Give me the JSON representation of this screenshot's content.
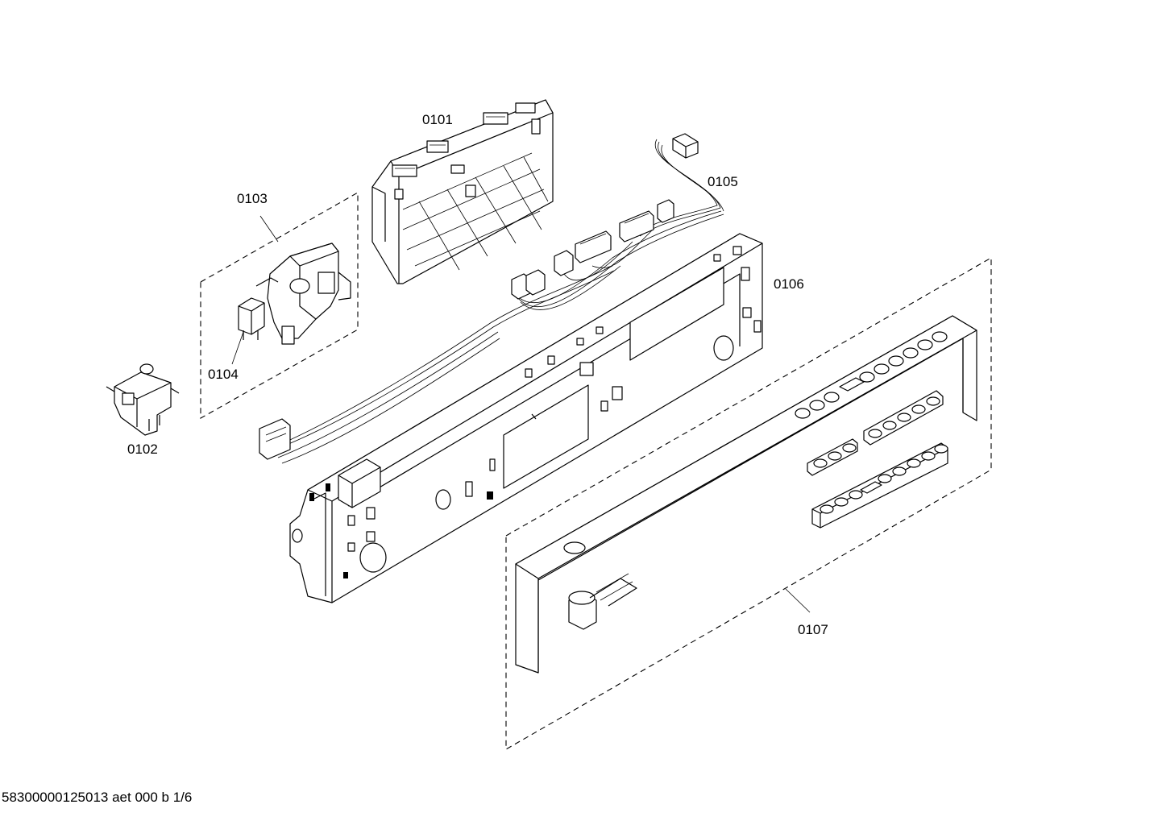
{
  "parts": [
    {
      "id": "0101"
    },
    {
      "id": "0102"
    },
    {
      "id": "0103"
    },
    {
      "id": "0104"
    },
    {
      "id": "0105"
    },
    {
      "id": "0106"
    },
    {
      "id": "0107"
    }
  ],
  "footer": {
    "text": "58300000125013 aet 000 b 1/6"
  }
}
